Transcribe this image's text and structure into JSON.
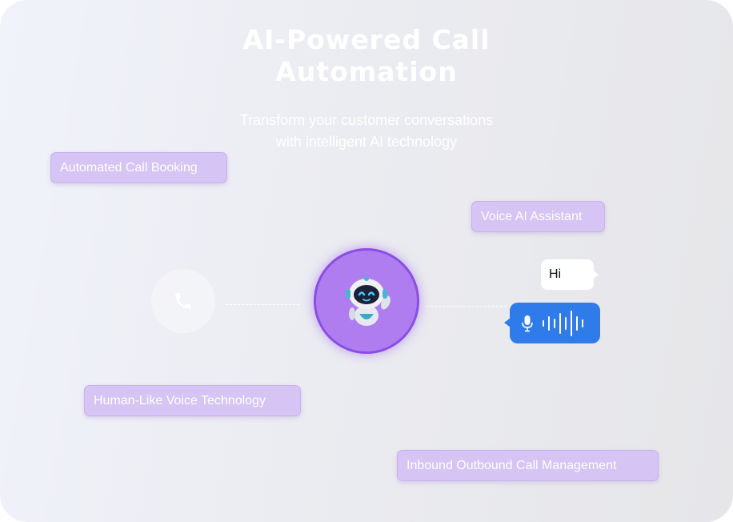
{
  "hero": {
    "title_line1": "AI-Powered Call",
    "title_line2": "Automation",
    "subtitle_line1": "Transform your customer conversations",
    "subtitle_line2": "with intelligent AI technology"
  },
  "features": {
    "booking": "Automated Call Booking",
    "voice_assistant": "Voice AI Assistant",
    "human_like": "Human-Like Voice Technology",
    "inbound_outbound": "Inbound Outbound Call Management"
  },
  "chat": {
    "greeting": "Hi"
  },
  "icons": {
    "phone": "phone-icon",
    "robot": "robot-icon",
    "microphone": "microphone-icon",
    "waveform": "waveform-icon"
  },
  "colors": {
    "chip_bg": "#d5c4f4",
    "robot_ring": "#b07df0",
    "voice_bubble": "#2f7bea"
  }
}
